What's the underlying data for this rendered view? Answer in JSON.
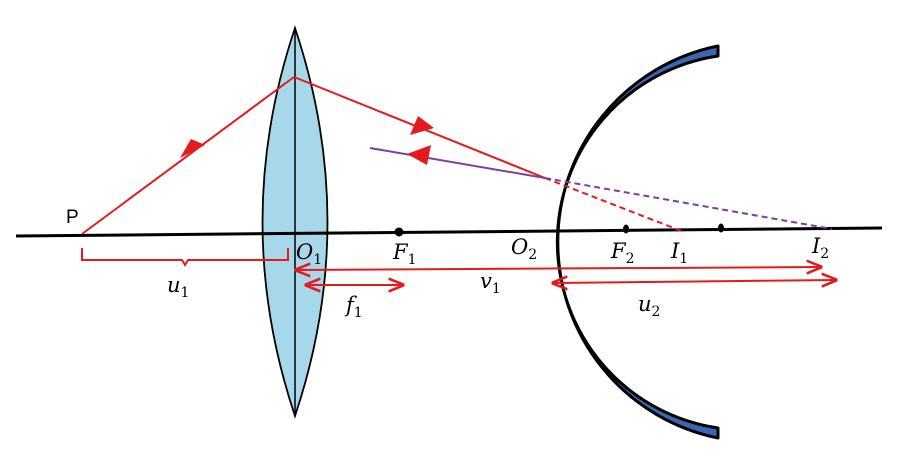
{
  "labels": {
    "object": "P",
    "lens_center": {
      "main": "O",
      "sub": "1"
    },
    "lens_focus": {
      "main": "F",
      "sub": "1"
    },
    "mirror_pole": {
      "main": "O",
      "sub": "2"
    },
    "mirror_focus": {
      "main": "F",
      "sub": "2"
    },
    "image_1": {
      "main": "I",
      "sub": "1"
    },
    "image_2": {
      "main": "I",
      "sub": "2"
    },
    "object_distance": {
      "main": "u",
      "sub": "1"
    },
    "focal_length": {
      "main": "f",
      "sub": "1"
    },
    "image_distance_1": {
      "main": "v",
      "sub": "1"
    },
    "image_distance_2": {
      "main": "u",
      "sub": "2"
    }
  },
  "colors": {
    "axis": "#000000",
    "ray": "#e41a1c",
    "reflected_ray": "#7b3fa0",
    "lens_fill": "#a6d8ea",
    "mirror_fill": "#3a66b4",
    "dimension": "#e41a1c"
  }
}
